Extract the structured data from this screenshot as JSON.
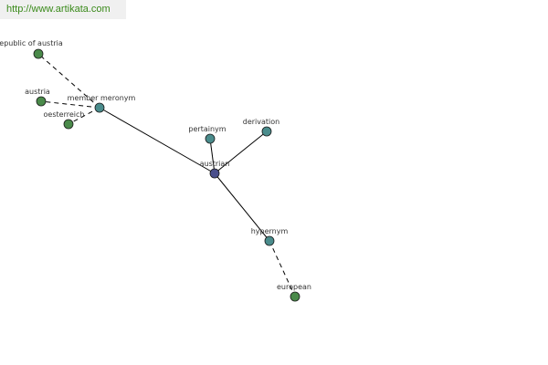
{
  "header": {
    "url": "http://www.artikata.com"
  },
  "colors": {
    "url_text": "#3a8a1a",
    "url_background": "#f0f0f0",
    "center_node": "#4a4f8c",
    "relation_node": "#4a8c8c",
    "word_node": "#4a8a4a",
    "label": "#333333",
    "edge": "#000000"
  },
  "graph": {
    "center": {
      "id": "austrian",
      "label": "austrian",
      "kind": "center"
    },
    "relations": [
      {
        "id": "member-meronym",
        "label": "member meronym",
        "kind": "relation"
      },
      {
        "id": "pertainym",
        "label": "pertainym",
        "kind": "relation"
      },
      {
        "id": "derivation",
        "label": "derivation",
        "kind": "relation"
      },
      {
        "id": "hypernym",
        "label": "hypernym",
        "kind": "relation"
      }
    ],
    "words": [
      {
        "id": "republic-of-austria",
        "label": "epublic of austria",
        "kind": "word"
      },
      {
        "id": "austria",
        "label": "austria",
        "kind": "word"
      },
      {
        "id": "oesterreich",
        "label": "oesterreich",
        "kind": "word"
      },
      {
        "id": "european",
        "label": "european",
        "kind": "word"
      }
    ],
    "edges": [
      {
        "from": "austrian",
        "to": "member-meronym",
        "style": "solid"
      },
      {
        "from": "austrian",
        "to": "pertainym",
        "style": "solid"
      },
      {
        "from": "austrian",
        "to": "derivation",
        "style": "solid"
      },
      {
        "from": "austrian",
        "to": "hypernym",
        "style": "solid"
      },
      {
        "from": "member-meronym",
        "to": "republic-of-austria",
        "style": "dashed"
      },
      {
        "from": "member-meronym",
        "to": "austria",
        "style": "dashed"
      },
      {
        "from": "member-meronym",
        "to": "oesterreich",
        "style": "dashed"
      },
      {
        "from": "hypernym",
        "to": "european",
        "style": "dashed"
      }
    ]
  }
}
